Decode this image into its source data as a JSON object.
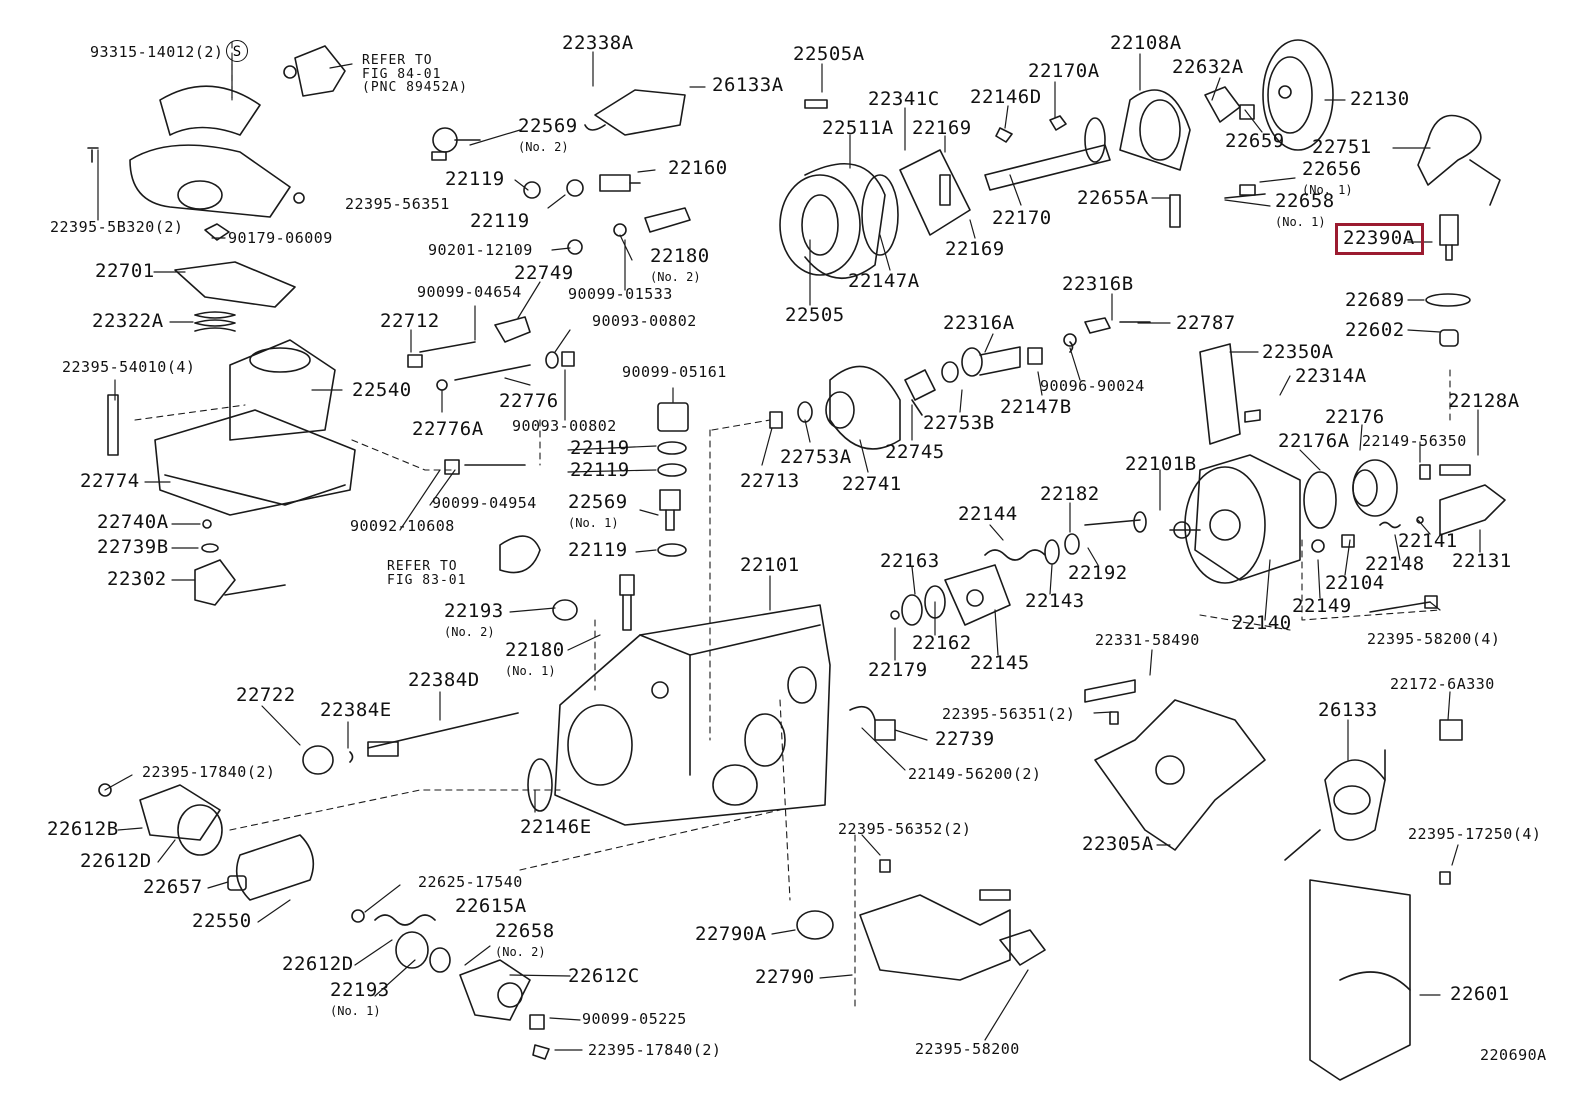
{
  "diagram_id": "220690A",
  "highlighted_part": "22390A",
  "s_mark": "S",
  "references": [
    {
      "text": "REFER TO\nFIG 84-01\n(PNC 89452A)"
    },
    {
      "text": "REFER TO\nFIG 83-01"
    }
  ],
  "callouts": [
    {
      "id": "93315-14012",
      "qty": "(2)"
    },
    {
      "id": "22395-5B320",
      "qty": "(2)"
    },
    {
      "id": "22395-56351"
    },
    {
      "id": "90179-06009"
    },
    {
      "id": "22701"
    },
    {
      "id": "22322A"
    },
    {
      "id": "22395-54010",
      "qty": "(4)"
    },
    {
      "id": "22540"
    },
    {
      "id": "22774"
    },
    {
      "id": "22740A"
    },
    {
      "id": "22739B"
    },
    {
      "id": "22302"
    },
    {
      "id": "22338A"
    },
    {
      "id": "26133A"
    },
    {
      "id": "22569",
      "sub": "(No. 2)"
    },
    {
      "id": "22119"
    },
    {
      "id": "22119"
    },
    {
      "id": "22160"
    },
    {
      "id": "90201-12109"
    },
    {
      "id": "22180",
      "sub": "(No. 2)"
    },
    {
      "id": "22749"
    },
    {
      "id": "90099-04654"
    },
    {
      "id": "90099-01533"
    },
    {
      "id": "22712"
    },
    {
      "id": "90093-00802"
    },
    {
      "id": "22776"
    },
    {
      "id": "22776A"
    },
    {
      "id": "90093-00802"
    },
    {
      "id": "90099-05161"
    },
    {
      "id": "22119"
    },
    {
      "id": "22119"
    },
    {
      "id": "22569",
      "sub": "(No. 1)"
    },
    {
      "id": "22119"
    },
    {
      "id": "90099-04954"
    },
    {
      "id": "90092-10608"
    },
    {
      "id": "22193",
      "sub": "(No. 2)"
    },
    {
      "id": "22180",
      "sub": "(No. 1)"
    },
    {
      "id": "22101"
    },
    {
      "id": "22722"
    },
    {
      "id": "22384E"
    },
    {
      "id": "22384D"
    },
    {
      "id": "22395-17840",
      "qty": "(2)"
    },
    {
      "id": "22612B"
    },
    {
      "id": "22612D"
    },
    {
      "id": "22657"
    },
    {
      "id": "22550"
    },
    {
      "id": "22146E"
    },
    {
      "id": "22625-17540"
    },
    {
      "id": "22615A"
    },
    {
      "id": "22658",
      "sub": "(No. 2)"
    },
    {
      "id": "22612D"
    },
    {
      "id": "22612C"
    },
    {
      "id": "22193",
      "sub": "(No. 1)"
    },
    {
      "id": "90099-05225"
    },
    {
      "id": "22395-17840",
      "qty": "(2)"
    },
    {
      "id": "22505A"
    },
    {
      "id": "22341C"
    },
    {
      "id": "22511A"
    },
    {
      "id": "22146D"
    },
    {
      "id": "22169"
    },
    {
      "id": "22170A"
    },
    {
      "id": "22108A"
    },
    {
      "id": "22632A"
    },
    {
      "id": "22130"
    },
    {
      "id": "22659"
    },
    {
      "id": "22751"
    },
    {
      "id": "22656",
      "sub": "(No. 1)"
    },
    {
      "id": "22655A"
    },
    {
      "id": "22658",
      "sub": "(No. 1)"
    },
    {
      "id": "22170"
    },
    {
      "id": "22169"
    },
    {
      "id": "22147A"
    },
    {
      "id": "22505"
    },
    {
      "id": "22390A"
    },
    {
      "id": "22316B"
    },
    {
      "id": "22787"
    },
    {
      "id": "22689"
    },
    {
      "id": "22602"
    },
    {
      "id": "22316A"
    },
    {
      "id": "22350A"
    },
    {
      "id": "90096-90024"
    },
    {
      "id": "22314A"
    },
    {
      "id": "22753B"
    },
    {
      "id": "22147B"
    },
    {
      "id": "22745"
    },
    {
      "id": "22713"
    },
    {
      "id": "22753A"
    },
    {
      "id": "22741"
    },
    {
      "id": "22128A"
    },
    {
      "id": "22176"
    },
    {
      "id": "22176A"
    },
    {
      "id": "22149-56350"
    },
    {
      "id": "22101B"
    },
    {
      "id": "22144"
    },
    {
      "id": "22182"
    },
    {
      "id": "22141"
    },
    {
      "id": "22131"
    },
    {
      "id": "22163"
    },
    {
      "id": "22192"
    },
    {
      "id": "22143"
    },
    {
      "id": "22148"
    },
    {
      "id": "22104"
    },
    {
      "id": "22149"
    },
    {
      "id": "22140"
    },
    {
      "id": "22162"
    },
    {
      "id": "22145"
    },
    {
      "id": "22179"
    },
    {
      "id": "22395-58200",
      "qty": "(4)"
    },
    {
      "id": "22331-58490"
    },
    {
      "id": "22172-6A330"
    },
    {
      "id": "26133"
    },
    {
      "id": "22395-56351",
      "qty": "(2)"
    },
    {
      "id": "22739"
    },
    {
      "id": "22149-56200",
      "qty": "(2)"
    },
    {
      "id": "22395-56352",
      "qty": "(2)"
    },
    {
      "id": "22305A"
    },
    {
      "id": "22395-17250",
      "qty": "(4)"
    },
    {
      "id": "22790A"
    },
    {
      "id": "22790"
    },
    {
      "id": "22601"
    },
    {
      "id": "22395-58200"
    }
  ]
}
